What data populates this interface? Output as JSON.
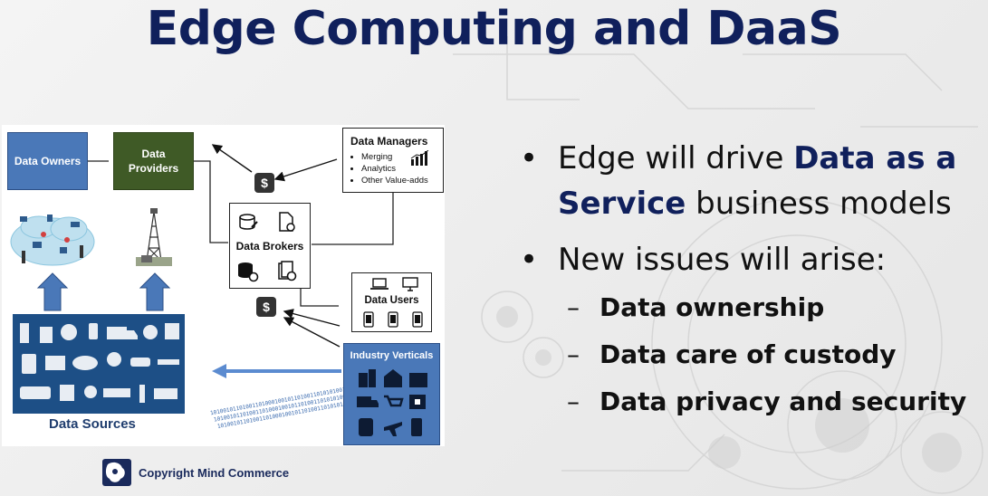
{
  "title": "Edge Computing and DaaS",
  "diagram": {
    "data_owners": "Data Owners",
    "data_providers": "Data Providers",
    "data_managers": {
      "title": "Data Managers",
      "items": [
        "Merging",
        "Analytics",
        "Other Value-adds"
      ]
    },
    "data_brokers": "Data Brokers",
    "data_users": "Data Users",
    "industry_verticals": "Industry Verticals",
    "data_sources": "Data Sources",
    "dollar_sign": "$",
    "binary_stream": "101001011010011010001001011010011010101001011010"
  },
  "bullets": {
    "b1_pre": "Edge will drive ",
    "b1_hl1": "Data as a",
    "b1_hl2": "Service",
    "b1_post": " business models",
    "b2": "New issues will arise:",
    "subs": [
      "Data ownership",
      "Data care of custody",
      "Data privacy and security"
    ]
  },
  "copyright": "Copyright Mind Commerce",
  "colors": {
    "title": "#10205c",
    "owners_box": "#4a78b8",
    "providers_box": "#3f5a26",
    "verticals_box": "#4a78b8",
    "sources_bg": "#1d4f86"
  }
}
